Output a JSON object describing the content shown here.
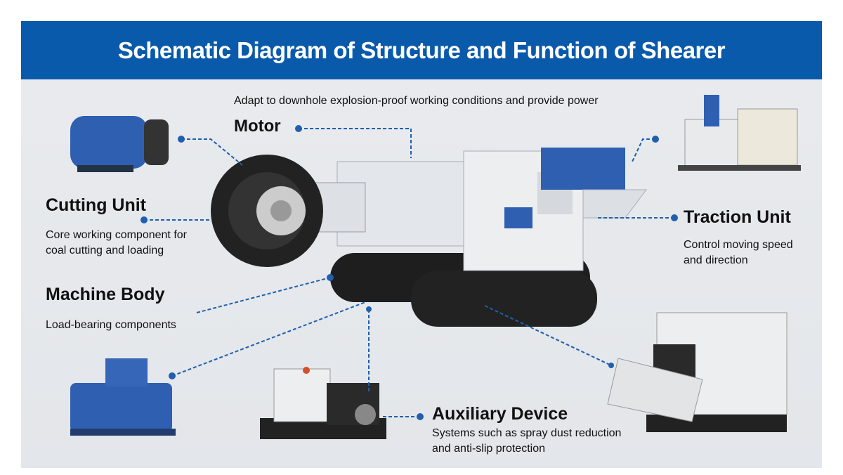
{
  "title": "Schematic Diagram of Structure and Function of Shearer",
  "components": {
    "motor": {
      "label": "Motor",
      "description": "Adapt to downhole explosion-proof working conditions and provide power"
    },
    "cutting_unit": {
      "label": "Cutting Unit",
      "description_lines": [
        "Core working component for",
        "coal cutting and loading"
      ]
    },
    "machine_body": {
      "label": "Machine Body",
      "description": "Load-bearing components"
    },
    "traction_unit": {
      "label": "Traction Unit",
      "description_lines": [
        "Control moving speed",
        "and direction"
      ]
    },
    "auxiliary_device": {
      "label": "Auxiliary Device",
      "description_lines": [
        "Systems such as spray dust reduction",
        "and anti-slip protection"
      ]
    }
  },
  "colors": {
    "banner": "#0a5aab",
    "leader_line": "#1f5fae",
    "motor_blue": "#2f5fb0"
  }
}
